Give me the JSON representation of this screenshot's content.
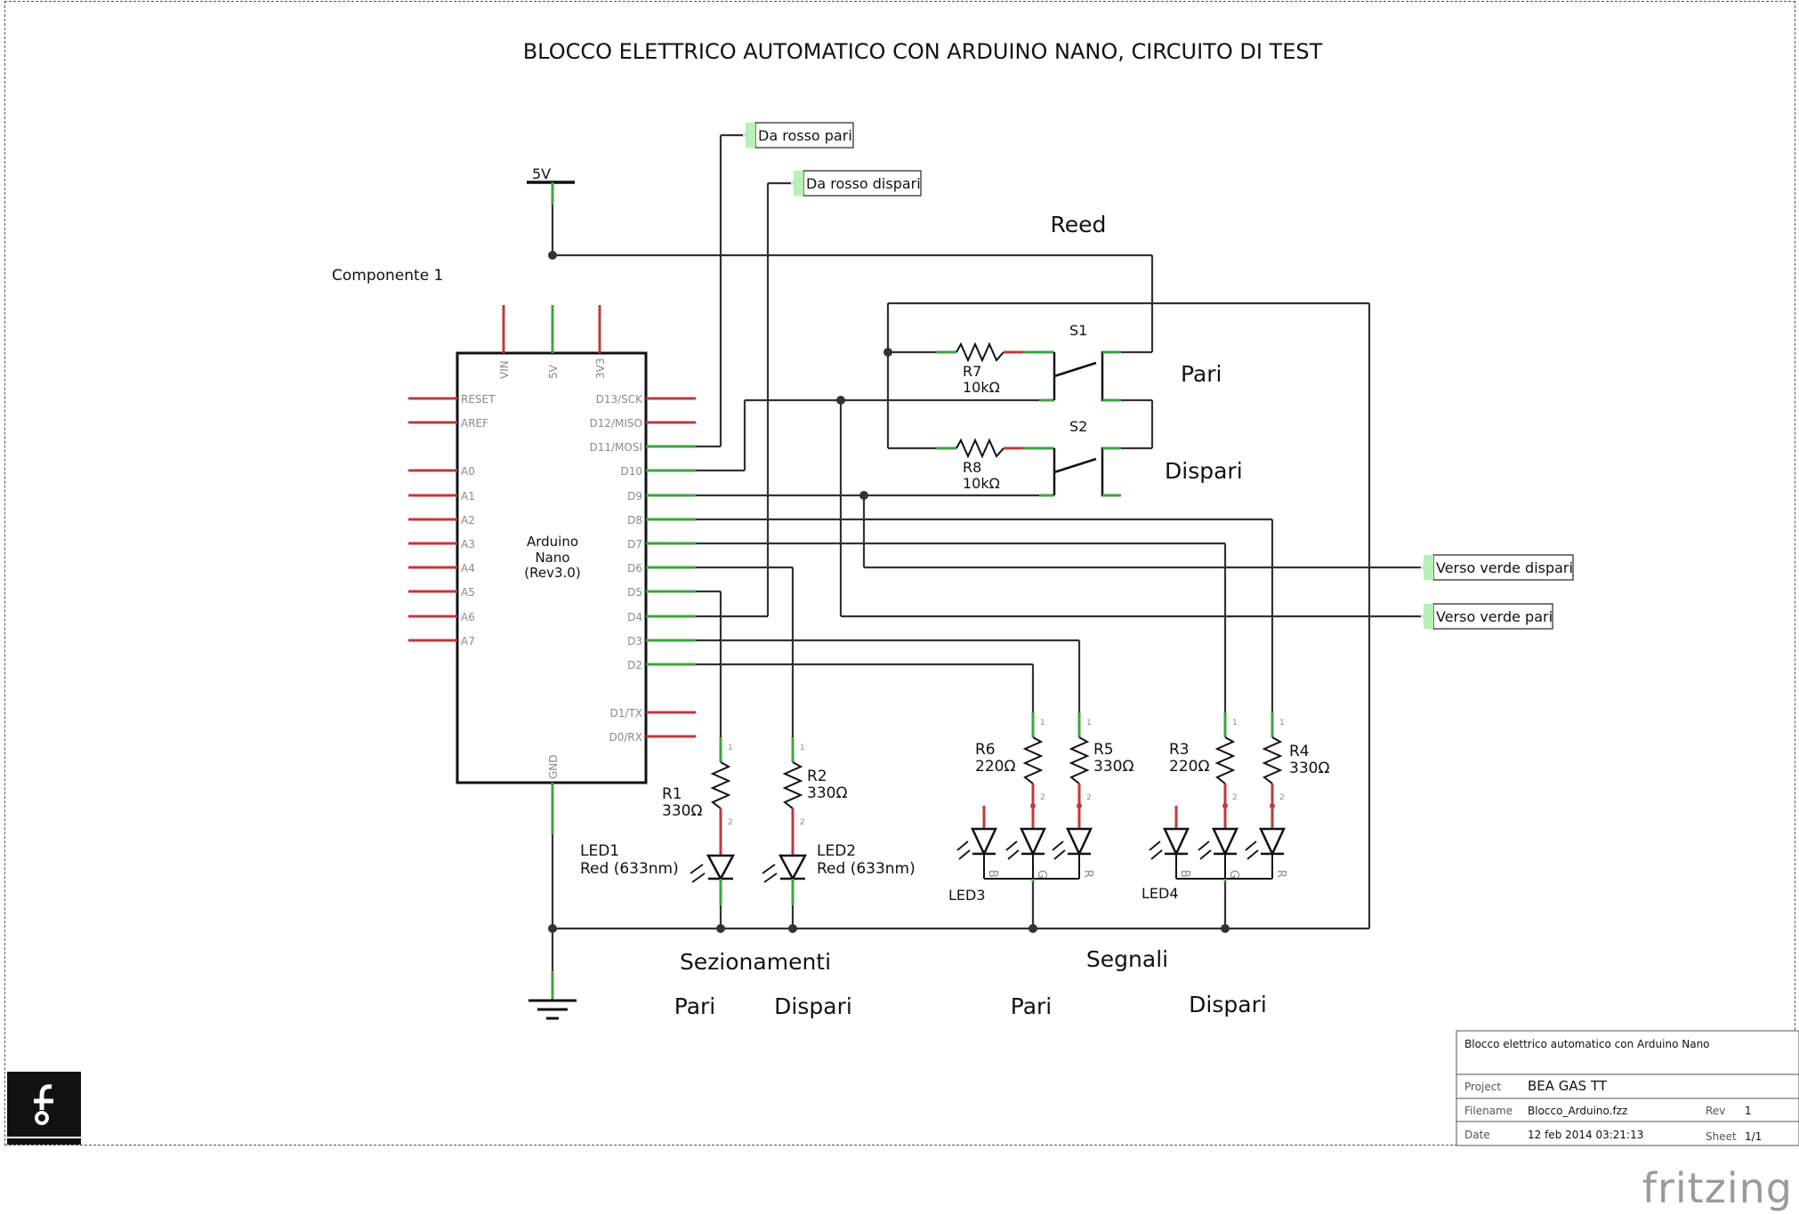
{
  "title": "BLOCCO ELETTRICO AUTOMATICO CON ARDUINO NANO, CIRCUITO DI TEST",
  "component_label": "Componente 1",
  "supply_label": "5V",
  "reed_label": "Reed",
  "arduino": {
    "name_line1": "Arduino",
    "name_line2": "Nano",
    "name_line3": "(Rev3.0)",
    "top_pins": [
      "VIN",
      "5V",
      "3V3"
    ],
    "bottom_pin": "GND",
    "left_pins": [
      "RESET",
      "AREF",
      "A0",
      "A1",
      "A2",
      "A3",
      "A4",
      "A5",
      "A6",
      "A7"
    ],
    "right_pins": [
      "D13/SCK",
      "D12/MISO",
      "D11/MOSI",
      "D10",
      "D9",
      "D8",
      "D7",
      "D6",
      "D5",
      "D4",
      "D3",
      "D2",
      "D1/TX",
      "D0/RX"
    ]
  },
  "net_labels": {
    "da_rosso_pari": "Da rosso pari",
    "da_rosso_dispari": "Da rosso dispari",
    "verso_verde_dispari": "Verso verde dispari",
    "verso_verde_pari": "Verso verde pari"
  },
  "switches": {
    "s1": "S1",
    "s2": "S2",
    "s1_label": "Pari",
    "s2_label": "Dispari"
  },
  "resistors": {
    "r1": {
      "name": "R1",
      "value": "330Ω"
    },
    "r2": {
      "name": "R2",
      "value": "330Ω"
    },
    "r3": {
      "name": "R3",
      "value": "220Ω"
    },
    "r4": {
      "name": "R4",
      "value": "330Ω"
    },
    "r5": {
      "name": "R5",
      "value": "330Ω"
    },
    "r6": {
      "name": "R6",
      "value": "220Ω"
    },
    "r7": {
      "name": "R7",
      "value": "10kΩ"
    },
    "r8": {
      "name": "R8",
      "value": "10kΩ"
    }
  },
  "leds": {
    "led1": {
      "name": "LED1",
      "type": "Red (633nm)"
    },
    "led2": {
      "name": "LED2",
      "type": "Red (633nm)"
    },
    "led3": {
      "name": "LED3"
    },
    "led4": {
      "name": "LED4"
    },
    "rgb_letters": [
      "B",
      "G",
      "R"
    ]
  },
  "pin_numbers": {
    "one": "1",
    "two": "2"
  },
  "section_labels": {
    "sezionamenti": "Sezionamenti",
    "segnali": "Segnali",
    "sez_pari": "Pari",
    "sez_dispari": "Dispari",
    "seg_pari": "Pari",
    "seg_dispari": "Dispari"
  },
  "title_block": {
    "description": "Blocco elettrico automatico con Arduino Nano",
    "project_label": "Project",
    "project_value": "BEA GAS TT",
    "filename_label": "Filename",
    "filename_value": "Blocco_Arduino.fzz",
    "rev_label": "Rev",
    "rev_value": "1",
    "date_label": "Date",
    "date_value": "12 feb 2014 03:21:13",
    "sheet_label": "Sheet",
    "sheet_value": "1/1"
  },
  "brand": "fritzing",
  "colors": {
    "wire": "#333333",
    "pin_red": "#c0393b",
    "pin_green": "#3fa33f",
    "label_green": "#b8f0b8",
    "pin_text": "#8a8a8a"
  }
}
